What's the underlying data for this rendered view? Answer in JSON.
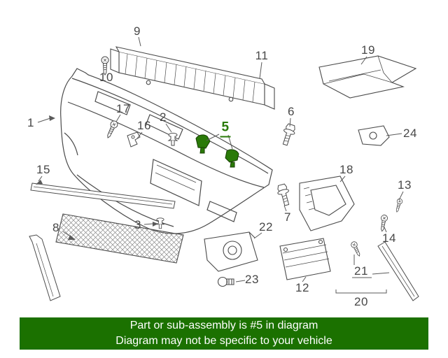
{
  "banner": {
    "line1": "Part or sub-assembly is #5 in diagram",
    "line2": "Diagram may not be specific to your vehicle",
    "bg_color": "#1b7100",
    "text_color": "#ffffff"
  },
  "highlight": {
    "part_number": "5",
    "color": "#2a7a08"
  },
  "callouts": [
    {
      "num": "1"
    },
    {
      "num": "2"
    },
    {
      "num": "3"
    },
    {
      "num": "5",
      "highlighted": true
    },
    {
      "num": "6"
    },
    {
      "num": "7"
    },
    {
      "num": "8"
    },
    {
      "num": "9"
    },
    {
      "num": "10"
    },
    {
      "num": "11"
    },
    {
      "num": "12"
    },
    {
      "num": "13"
    },
    {
      "num": "14"
    },
    {
      "num": "15"
    },
    {
      "num": "16"
    },
    {
      "num": "17"
    },
    {
      "num": "18"
    },
    {
      "num": "19"
    },
    {
      "num": "20"
    },
    {
      "num": "21"
    },
    {
      "num": "22"
    },
    {
      "num": "23"
    },
    {
      "num": "24"
    }
  ]
}
